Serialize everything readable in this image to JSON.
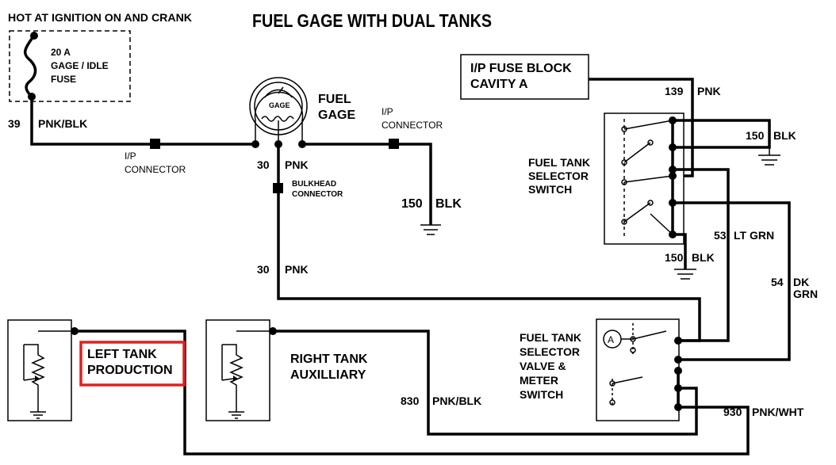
{
  "title": "FUEL GAGE WITH DUAL TANKS",
  "hot_label": "HOT AT IGNITION ON AND CRANK",
  "fuse": {
    "line1": "20 A",
    "line2": "GAGE / IDLE",
    "line3": "FUSE"
  },
  "fuel_gage": {
    "line1": "FUEL",
    "line2": "GAGE",
    "dial": "GAGE"
  },
  "fuse_block": {
    "line1": "I/P FUSE BLOCK",
    "line2": "CAVITY A"
  },
  "selector_switch": {
    "line1": "FUEL TANK",
    "line2": "SELECTOR",
    "line3": "SWITCH"
  },
  "selector_valve": {
    "line1": "FUEL TANK",
    "line2": "SELECTOR",
    "line3": "VALVE &",
    "line4": "METER",
    "line5": "SWITCH"
  },
  "left_tank": {
    "line1": "LEFT TANK",
    "line2": "PRODUCTION",
    "highlight_color": "#e02020"
  },
  "right_tank": {
    "line1": "RIGHT TANK",
    "line2": "AUXILLIARY"
  },
  "connectors": {
    "ip_left": {
      "line1": "I/P",
      "line2": "CONNECTOR"
    },
    "ip_right": {
      "line1": "I/P",
      "line2": "CONNECTOR"
    },
    "bulkhead": {
      "line1": "BULKHEAD",
      "line2": "CONNECTOR"
    }
  },
  "meter_symbol": "A",
  "wires": {
    "w39": {
      "num": "39",
      "color": "PNK/BLK"
    },
    "w30a": {
      "num": "30",
      "color": "PNK"
    },
    "w30b": {
      "num": "30",
      "color": "PNK"
    },
    "w150_gage": {
      "num": "150",
      "color": "BLK"
    },
    "w139": {
      "num": "139",
      "color": "PNK"
    },
    "w150_top": {
      "num": "150",
      "color": "BLK"
    },
    "w150_mid": {
      "num": "150",
      "color": "BLK"
    },
    "w53": {
      "num": "53",
      "color": "LT GRN"
    },
    "w54": {
      "num": "54",
      "color_line1": "DK",
      "color_line2": "GRN"
    },
    "w830": {
      "num": "830",
      "color": "PNK/BLK"
    },
    "w930": {
      "num": "930",
      "color": "PNK/WHT"
    }
  }
}
